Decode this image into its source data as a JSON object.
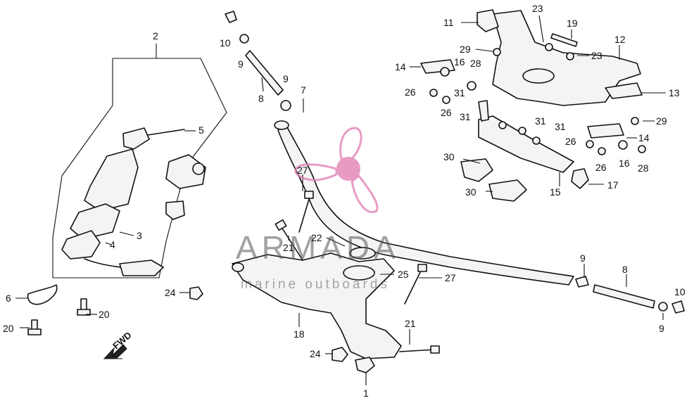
{
  "diagram": {
    "callouts": [
      {
        "id": "c-2",
        "text": "2"
      },
      {
        "id": "c-5",
        "text": "5"
      },
      {
        "id": "c-3",
        "text": "3"
      },
      {
        "id": "c-4",
        "text": "4"
      },
      {
        "id": "c-6",
        "text": "6"
      },
      {
        "id": "c-20a",
        "text": "20"
      },
      {
        "id": "c-20b",
        "text": "20"
      },
      {
        "id": "c-24a",
        "text": "24"
      },
      {
        "id": "c-10a",
        "text": "10"
      },
      {
        "id": "c-9a",
        "text": "9"
      },
      {
        "id": "c-8a",
        "text": "8"
      },
      {
        "id": "c-9b",
        "text": "9"
      },
      {
        "id": "c-7",
        "text": "7"
      },
      {
        "id": "c-27a",
        "text": "27"
      },
      {
        "id": "c-21a",
        "text": "21"
      },
      {
        "id": "c-22",
        "text": "22"
      },
      {
        "id": "c-25",
        "text": "25"
      },
      {
        "id": "c-27b",
        "text": "27"
      },
      {
        "id": "c-18",
        "text": "18"
      },
      {
        "id": "c-21b",
        "text": "21"
      },
      {
        "id": "c-24b",
        "text": "24"
      },
      {
        "id": "c-1",
        "text": "1"
      },
      {
        "id": "c-9c",
        "text": "9"
      },
      {
        "id": "c-8b",
        "text": "8"
      },
      {
        "id": "c-10b",
        "text": "10"
      },
      {
        "id": "c-9d",
        "text": "9"
      },
      {
        "id": "c-11",
        "text": "11"
      },
      {
        "id": "c-23a",
        "text": "23"
      },
      {
        "id": "c-19",
        "text": "19"
      },
      {
        "id": "c-29a",
        "text": "29"
      },
      {
        "id": "c-23b",
        "text": "23"
      },
      {
        "id": "c-12",
        "text": "12"
      },
      {
        "id": "c-14a",
        "text": "14"
      },
      {
        "id": "c-16a",
        "text": "16"
      },
      {
        "id": "c-28a",
        "text": "28"
      },
      {
        "id": "c-26a",
        "text": "26"
      },
      {
        "id": "c-31a",
        "text": "31"
      },
      {
        "id": "c-13",
        "text": "13"
      },
      {
        "id": "c-26b",
        "text": "26"
      },
      {
        "id": "c-31b",
        "text": "31"
      },
      {
        "id": "c-31c",
        "text": "31"
      },
      {
        "id": "c-31d",
        "text": "31"
      },
      {
        "id": "c-29b",
        "text": "29"
      },
      {
        "id": "c-14b",
        "text": "14"
      },
      {
        "id": "c-26c",
        "text": "26"
      },
      {
        "id": "c-26d",
        "text": "26"
      },
      {
        "id": "c-16b",
        "text": "16"
      },
      {
        "id": "c-28b",
        "text": "28"
      },
      {
        "id": "c-30a",
        "text": "30"
      },
      {
        "id": "c-30b",
        "text": "30"
      },
      {
        "id": "c-15",
        "text": "15"
      },
      {
        "id": "c-17",
        "text": "17"
      }
    ],
    "direction_label": "FWD"
  },
  "watermark": {
    "brand": "ARMADA",
    "tagline": "marine outboards",
    "logo_color": "#e07ab0"
  }
}
